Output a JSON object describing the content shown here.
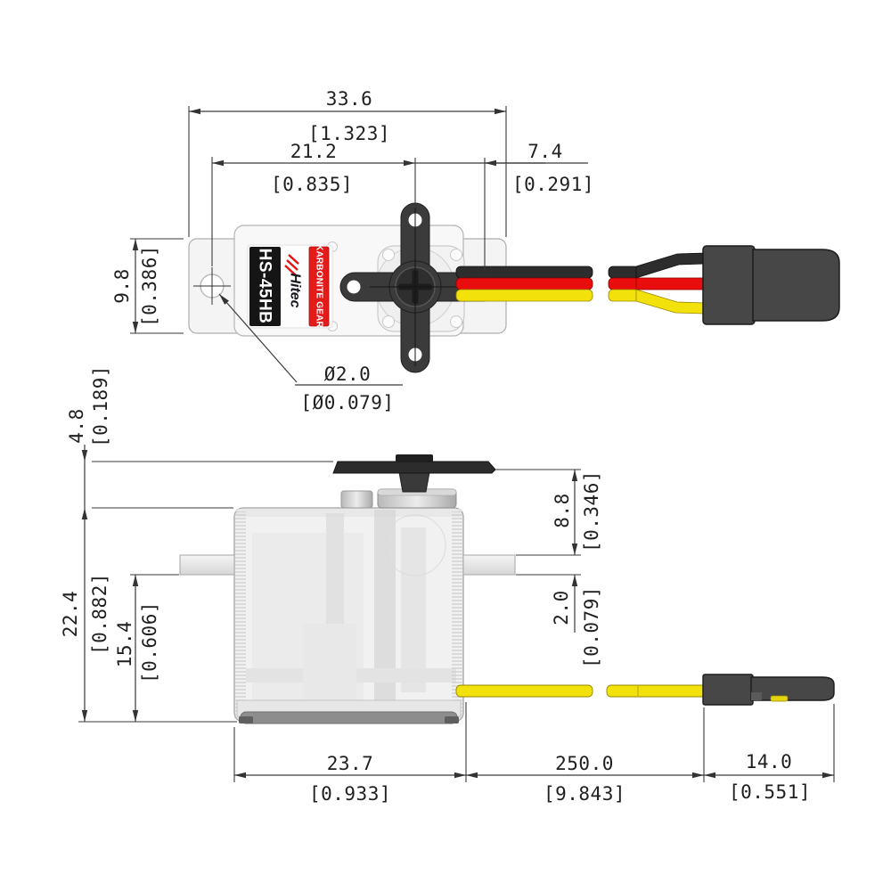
{
  "label": {
    "model": "HS-45HB",
    "brand": "Hitec",
    "gear_type": "KARBONITE GEAR"
  },
  "dimensions": {
    "overall_length": {
      "mm": "33.6",
      "inch": "[1.323]"
    },
    "hole_to_axis": {
      "mm": "21.2",
      "inch": "[0.835]"
    },
    "axis_to_right_hole": {
      "mm": "7.4",
      "inch": "[0.291]"
    },
    "flange_width": {
      "mm": "9.8",
      "inch": "[0.386]"
    },
    "mount_hole_dia": {
      "mm": "Ø2.0",
      "inch": "[Ø0.079]"
    },
    "horn_above_case": {
      "mm": "4.8",
      "inch": "[0.189]"
    },
    "case_height": {
      "mm": "22.4",
      "inch": "[0.882]"
    },
    "tab_to_case_bottom": {
      "mm": "15.4",
      "inch": "[0.606]"
    },
    "horn_top_to_tab": {
      "mm": "8.8",
      "inch": "[0.346]"
    },
    "tab_thickness": {
      "mm": "2.0",
      "inch": "[0.079]"
    },
    "case_length": {
      "mm": "23.7",
      "inch": "[0.933]"
    },
    "lead_wire_length": {
      "mm": "250.0",
      "inch": "[9.843]"
    },
    "connector_length": {
      "mm": "14.0",
      "inch": "[0.551]"
    }
  },
  "wires": {
    "colors": [
      "black",
      "red",
      "yellow"
    ],
    "hex": {
      "black": "#2d2d2d",
      "red": "#ea0d0d",
      "yellow": "#f2e10a"
    }
  },
  "colors": {
    "horn": "#3b3b3b",
    "connector": "#474747",
    "label_red": "#e31b1b",
    "label_black": "#151515",
    "dimension_lines": "#3a3a3a",
    "case": "#f1f1f1"
  }
}
